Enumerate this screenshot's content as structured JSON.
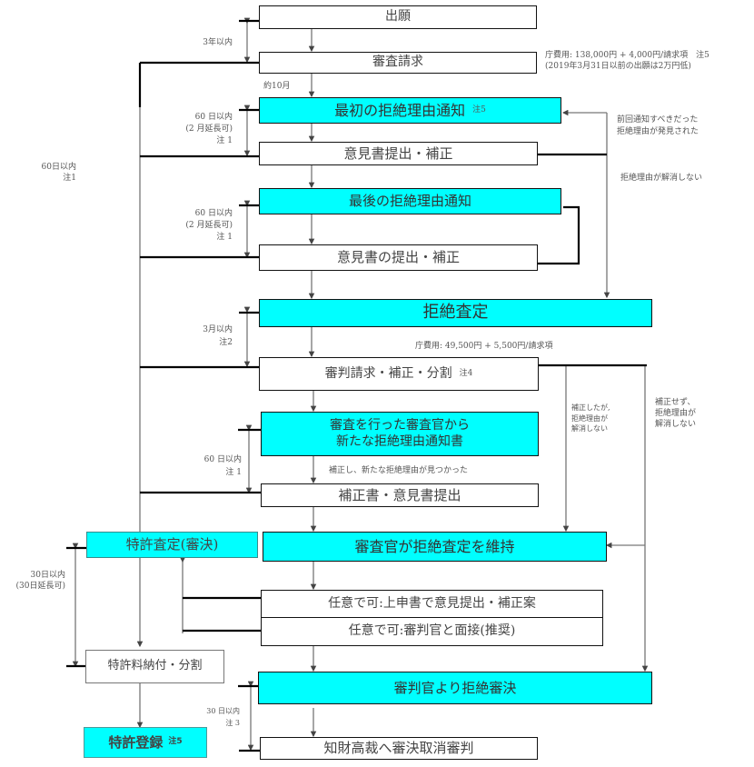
{
  "boxes": {
    "application": {
      "label": "出願"
    },
    "exam_request": {
      "label": "審査請求"
    },
    "first_oa": {
      "label": "最初の拒絶理由通知",
      "note": "注5"
    },
    "response1": {
      "label": "意見書提出・補正"
    },
    "final_oa": {
      "label": "最後の拒絶理由通知"
    },
    "response2": {
      "label": "意見書の提出・補正"
    },
    "rejection": {
      "label": "拒絶査定"
    },
    "appeal": {
      "label": "審判請求・補正・分割",
      "note": "注4"
    },
    "new_oa": {
      "line1": "審査を行った審査官から",
      "line2": "新たな拒絶理由通知書"
    },
    "amend_submit": {
      "label": "補正書・意見書提出"
    },
    "grant": {
      "label": "特許査定(審決)"
    },
    "maintain": {
      "label": "審査官が拒絶査定を維持"
    },
    "optional1": {
      "label": "任意で可:上申書で意見提出・補正案"
    },
    "optional2": {
      "label": "任意で可:審判官と面接(推奨)"
    },
    "fee_payment": {
      "label": "特許料納付・分割"
    },
    "appeal_reject": {
      "label": "審判官より拒絶審決"
    },
    "registration": {
      "label": "特許登録",
      "note": "注5"
    },
    "ip_court": {
      "label": "知財高裁へ審決取消審判"
    }
  },
  "labels": {
    "within_3y": "3年以内",
    "about_10m": "約10月",
    "fee_exam_line1": "庁費用: 138,000円 + 4,000円/請求項　注5",
    "fee_exam_line2": "(2019年3月31日以前の出願は2万円低)",
    "within_60d_a": [
      "60 日以内",
      "(2 月延長可)",
      "注 1"
    ],
    "within_60d_b": [
      "60 日以内",
      "(2 月延長可)",
      "注 1"
    ],
    "within_60d_outer": [
      "60日以内",
      "注1"
    ],
    "prev_reason_found": [
      "前回通知すべきだった",
      "拒絶理由が発見された"
    ],
    "reason_not_resolved": "拒絶理由が解消しない",
    "within_3m": [
      "3月以内",
      "注2"
    ],
    "fee_appeal": "庁費用: 49,500円 + 5,500円/請求項",
    "amended_not_resolved": [
      "補正したが,",
      "拒絶理由が",
      "解消しない"
    ],
    "not_amended_not_resolved": [
      "補正せず、",
      "拒絶理由が",
      "解消しない"
    ],
    "within_60d_c": [
      "60 日以内",
      "注 1"
    ],
    "new_reason_found": "補正し、新たな拒絶理由が見つかった",
    "within_30d_ext": [
      "30日以内",
      "(30日延長可)"
    ],
    "within_30d_c": [
      "30 日以内",
      "注 3"
    ]
  },
  "colors": {
    "highlight": "#00ffff",
    "box_border": "#111111",
    "line": "#777777",
    "thick_line": "#000000"
  }
}
